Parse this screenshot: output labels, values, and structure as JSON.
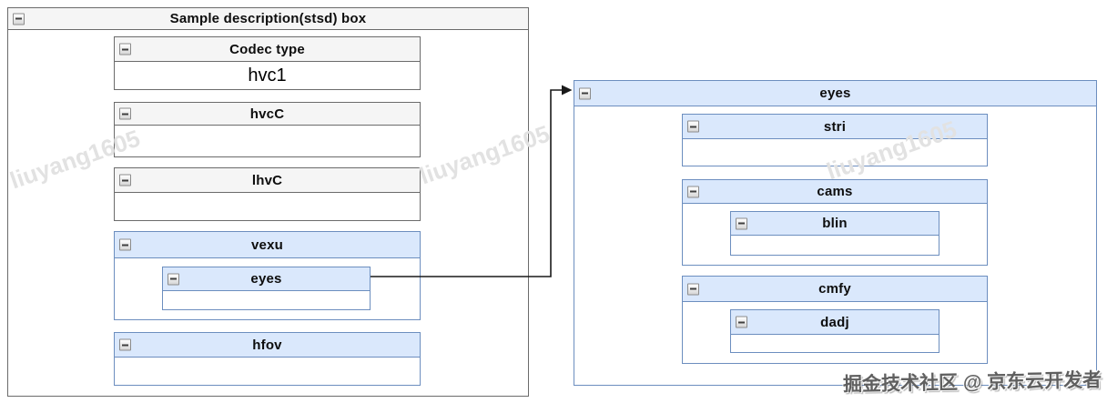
{
  "diagram": {
    "left": {
      "title": "Sample description(stsd) box",
      "codec": {
        "title": "Codec type",
        "value": "hvc1"
      },
      "hvcc": {
        "title": "hvcC"
      },
      "lhvc": {
        "title": "lhvC"
      },
      "vexu": {
        "title": "vexu",
        "eyes": {
          "title": "eyes"
        }
      },
      "hfov": {
        "title": "hfov"
      }
    },
    "right": {
      "title": "eyes",
      "stri": {
        "title": "stri"
      },
      "cams": {
        "title": "cams",
        "blin": {
          "title": "blin"
        }
      },
      "cmfy": {
        "title": "cmfy",
        "dadj": {
          "title": "dadj"
        }
      }
    },
    "connector": {
      "from": "eyes",
      "to": "eyes"
    },
    "watermark": {
      "text": "liuyang1605"
    },
    "credit": {
      "text": "掘金技术社区 @ 京东云开发者"
    },
    "colors": {
      "blue_fill": "#dae8fc",
      "blue_border": "#6c8ebf",
      "gray_fill": "#f5f5f5",
      "gray_border": "#666666",
      "arrow": "#000000"
    }
  }
}
